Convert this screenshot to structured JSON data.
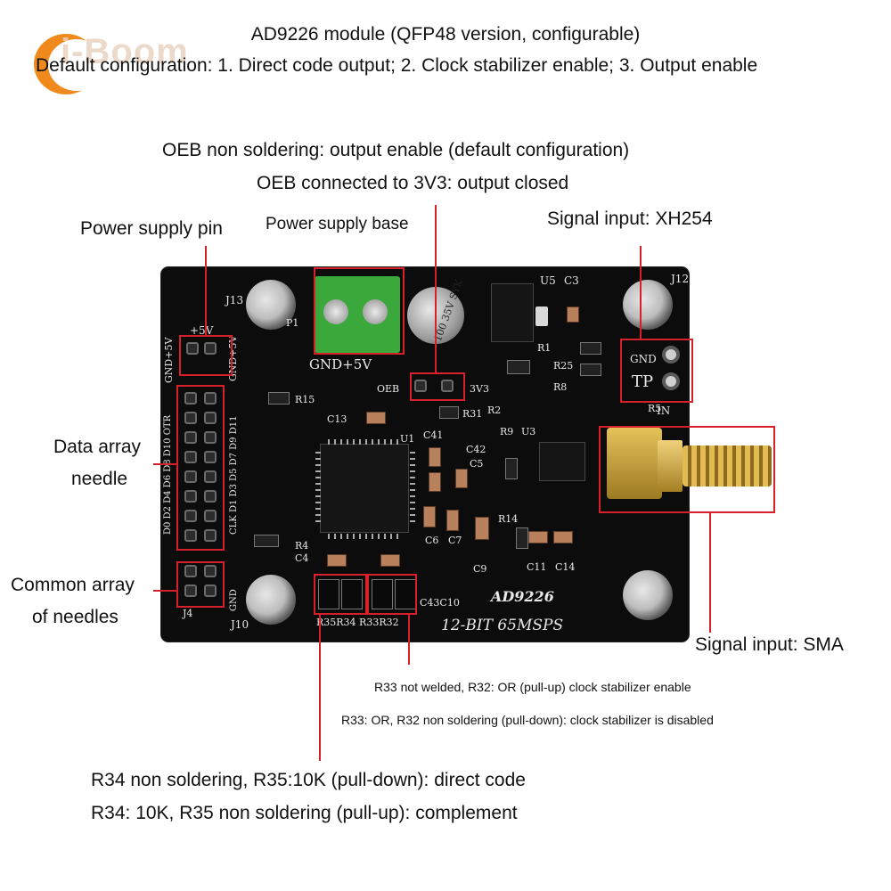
{
  "logo": {
    "text": "i-Boom",
    "accent": "#f08a1c"
  },
  "header": {
    "title": "AD9226 module (QFP48 version, configurable)",
    "subtitle": "Default configuration: 1. Direct code output; 2. Clock stabilizer enable; 3. Output enable"
  },
  "annotations": {
    "oeb_line1": "OEB non soldering: output enable (default configuration)",
    "oeb_line2": "OEB connected to 3V3: output closed",
    "power_supply_pin": "Power supply pin",
    "power_supply_base": "Power supply base",
    "signal_input_xh254": "Signal input: XH254",
    "data_array_line1": "Data array",
    "data_array_line2": "needle",
    "common_array_line1": "Common array",
    "common_array_line2": "of needles",
    "signal_input_sma": "Signal input: SMA",
    "r33_line1": "R33 not welded, R32: OR (pull-up) clock stabilizer enable",
    "r33_line2": "R33: OR, R32 non soldering (pull-down): clock stabilizer is disabled",
    "r34_line1": "R34 non soldering, R35:10K (pull-down): direct code",
    "r34_line2": "R34: 10K, R35 non soldering (pull-up): complement"
  },
  "board_silk": {
    "model": "AD9226",
    "spec": "12-BIT 65MSPS",
    "gnd5v": "GND+5V",
    "oeb": "OEB",
    "v3": "3V3",
    "j13": "J13",
    "j10": "J10",
    "j12": "J12",
    "plus5v": "+5V",
    "gnd_tp": "GND",
    "tp": "TP",
    "in": "IN",
    "u1": "U1",
    "u3": "U3",
    "u5": "U5",
    "cap_rating": "100 35V SYK",
    "r_bottom": "R35R34 R33R32",
    "c_bottom": "C43C10",
    "left_vertical": "GND+5V",
    "left_vertical2": "GND+5V",
    "data_labels": "CLK D1 D3 D5 D7 D9 D11",
    "data_labels2": "D0 D2 D4 D6 D8 D10 OTR",
    "gnd_left": "GND",
    "j4": "J4",
    "r15": "R15",
    "r31": "R31",
    "r2": "R2",
    "r9": "R9",
    "r1": "R1",
    "r14": "R14",
    "r25": "R25",
    "r8": "R8",
    "r5": "R5",
    "c3": "C3",
    "c13": "C13",
    "c41": "C41",
    "c42": "C42",
    "c5": "C5",
    "c6": "C6",
    "c7": "C7",
    "c9": "C9",
    "c11": "C11",
    "c14": "C14",
    "c4": "C4",
    "r4": "R4",
    "p1": "P1"
  },
  "colors": {
    "highlight": "#d8202a",
    "board": "#0c0c0c",
    "terminal": "#3aa83a",
    "sma_gold": "#c99a2e"
  }
}
